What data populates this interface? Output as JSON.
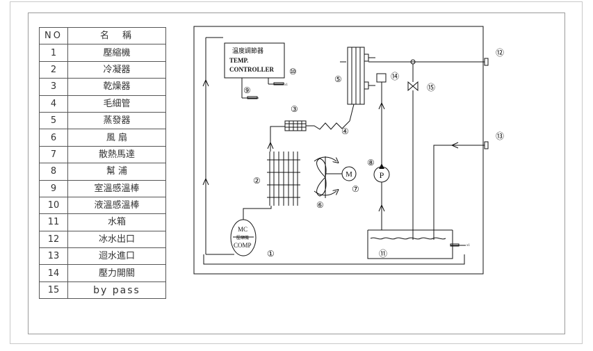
{
  "parts_table": {
    "header": {
      "no": "NO",
      "name": "名　稱"
    },
    "rows": [
      {
        "no": "1",
        "name": "壓縮機"
      },
      {
        "no": "2",
        "name": "冷凝器"
      },
      {
        "no": "3",
        "name": "乾燥器"
      },
      {
        "no": "4",
        "name": "毛細管"
      },
      {
        "no": "5",
        "name": "蒸發器"
      },
      {
        "no": "6",
        "name": "風 扇"
      },
      {
        "no": "7",
        "name": "散熱馬達"
      },
      {
        "no": "8",
        "name": "幫 浦"
      },
      {
        "no": "9",
        "name": "室溫感溫棒"
      },
      {
        "no": "10",
        "name": "液溫感溫棒"
      },
      {
        "no": "11",
        "name": "水箱"
      },
      {
        "no": "12",
        "name": "冰水出口"
      },
      {
        "no": "13",
        "name": "迴水進口"
      },
      {
        "no": "14",
        "name": "壓力開關"
      },
      {
        "no": "15",
        "name": "by pass"
      }
    ]
  },
  "schematic": {
    "controller": {
      "line1": "溫度調節器",
      "line2": "TEMP.",
      "line3": "CONTROLLER"
    },
    "compressor": {
      "line1": "MC",
      "line2": "壓縮機",
      "line3": "COMP"
    },
    "motor_letter": "M",
    "pump_letter": "P",
    "sensor_tag": "x1",
    "callouts": [
      "①",
      "②",
      "③",
      "④",
      "⑤",
      "⑥",
      "⑦",
      "⑧",
      "⑨",
      "⑩",
      "⑪",
      "⑫",
      "⑬",
      "⑭",
      "⑮"
    ]
  }
}
